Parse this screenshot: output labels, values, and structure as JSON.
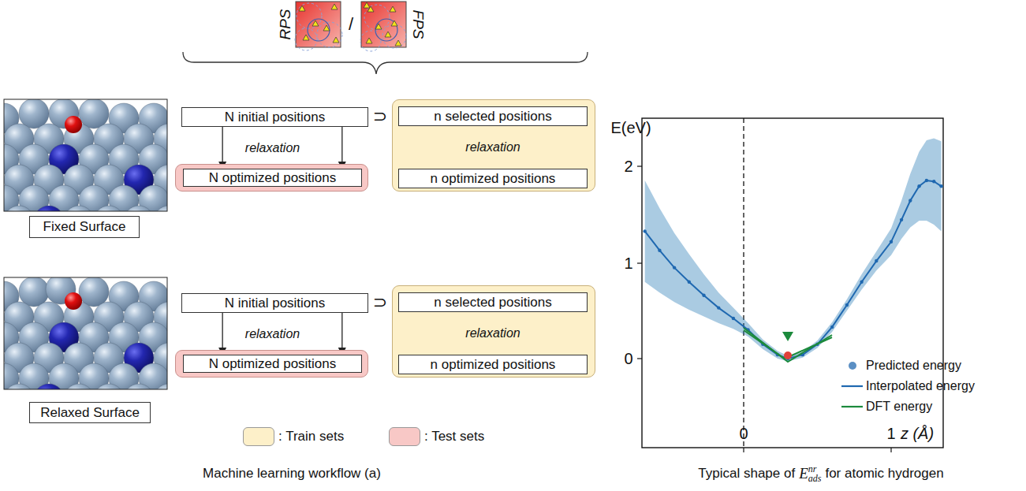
{
  "diagram": {
    "nodes": [
      {
        "text": [
          "Fixed Surface"
        ]
      },
      {
        "text": [
          "N initial positions"
        ]
      },
      {
        "text": [
          "N optimized positions"
        ]
      },
      {
        "text": [
          "n selected positions"
        ]
      },
      {
        "text": [
          "n optimized positions"
        ]
      },
      {
        "text": [
          "Relaxed Surface"
        ]
      },
      {
        "text": [
          "N initial positions"
        ]
      },
      {
        "text": [
          "N optimized positions"
        ]
      },
      {
        "text": [
          "n selected positions"
        ]
      },
      {
        "text": [
          "n optimized positions"
        ]
      }
    ],
    "edges": [
      {
        "from": 1,
        "to": 2,
        "arrow": "to",
        "label": "relaxation"
      },
      {
        "from": 1,
        "to": 2,
        "arrow": "to"
      },
      {
        "from": 3,
        "to": 4,
        "arrow": "to",
        "label": "relaxation"
      },
      {
        "from": 3,
        "to": 4,
        "arrow": "to"
      },
      {
        "from": 6,
        "to": 7,
        "arrow": "to",
        "label": "relaxation"
      },
      {
        "from": 6,
        "to": 7,
        "arrow": "to"
      },
      {
        "from": 8,
        "to": 9,
        "arrow": "to",
        "label": "relaxation"
      },
      {
        "from": 8,
        "to": 9,
        "arrow": "to"
      }
    ],
    "labels": [
      "RPS",
      "/",
      "FPS",
      "⊃",
      "⊃",
      "Machine learning workflow (a)",
      "E(eV)",
      "2",
      "1",
      "0",
      "0",
      "1",
      "z (Å)",
      "Typical shape of",
      "E",
      "ads",
      "nr",
      "for atomic hydrogen"
    ],
    "legend": [
      {
        "text": ": Train sets",
        "color": "#fdf0c9"
      },
      {
        "text": ": Test sets",
        "color": "#f8c8c6"
      },
      {
        "text": "Predicted energy"
      },
      {
        "text": "Interpolated energy"
      },
      {
        "text": "DFT energy"
      }
    ]
  }
}
